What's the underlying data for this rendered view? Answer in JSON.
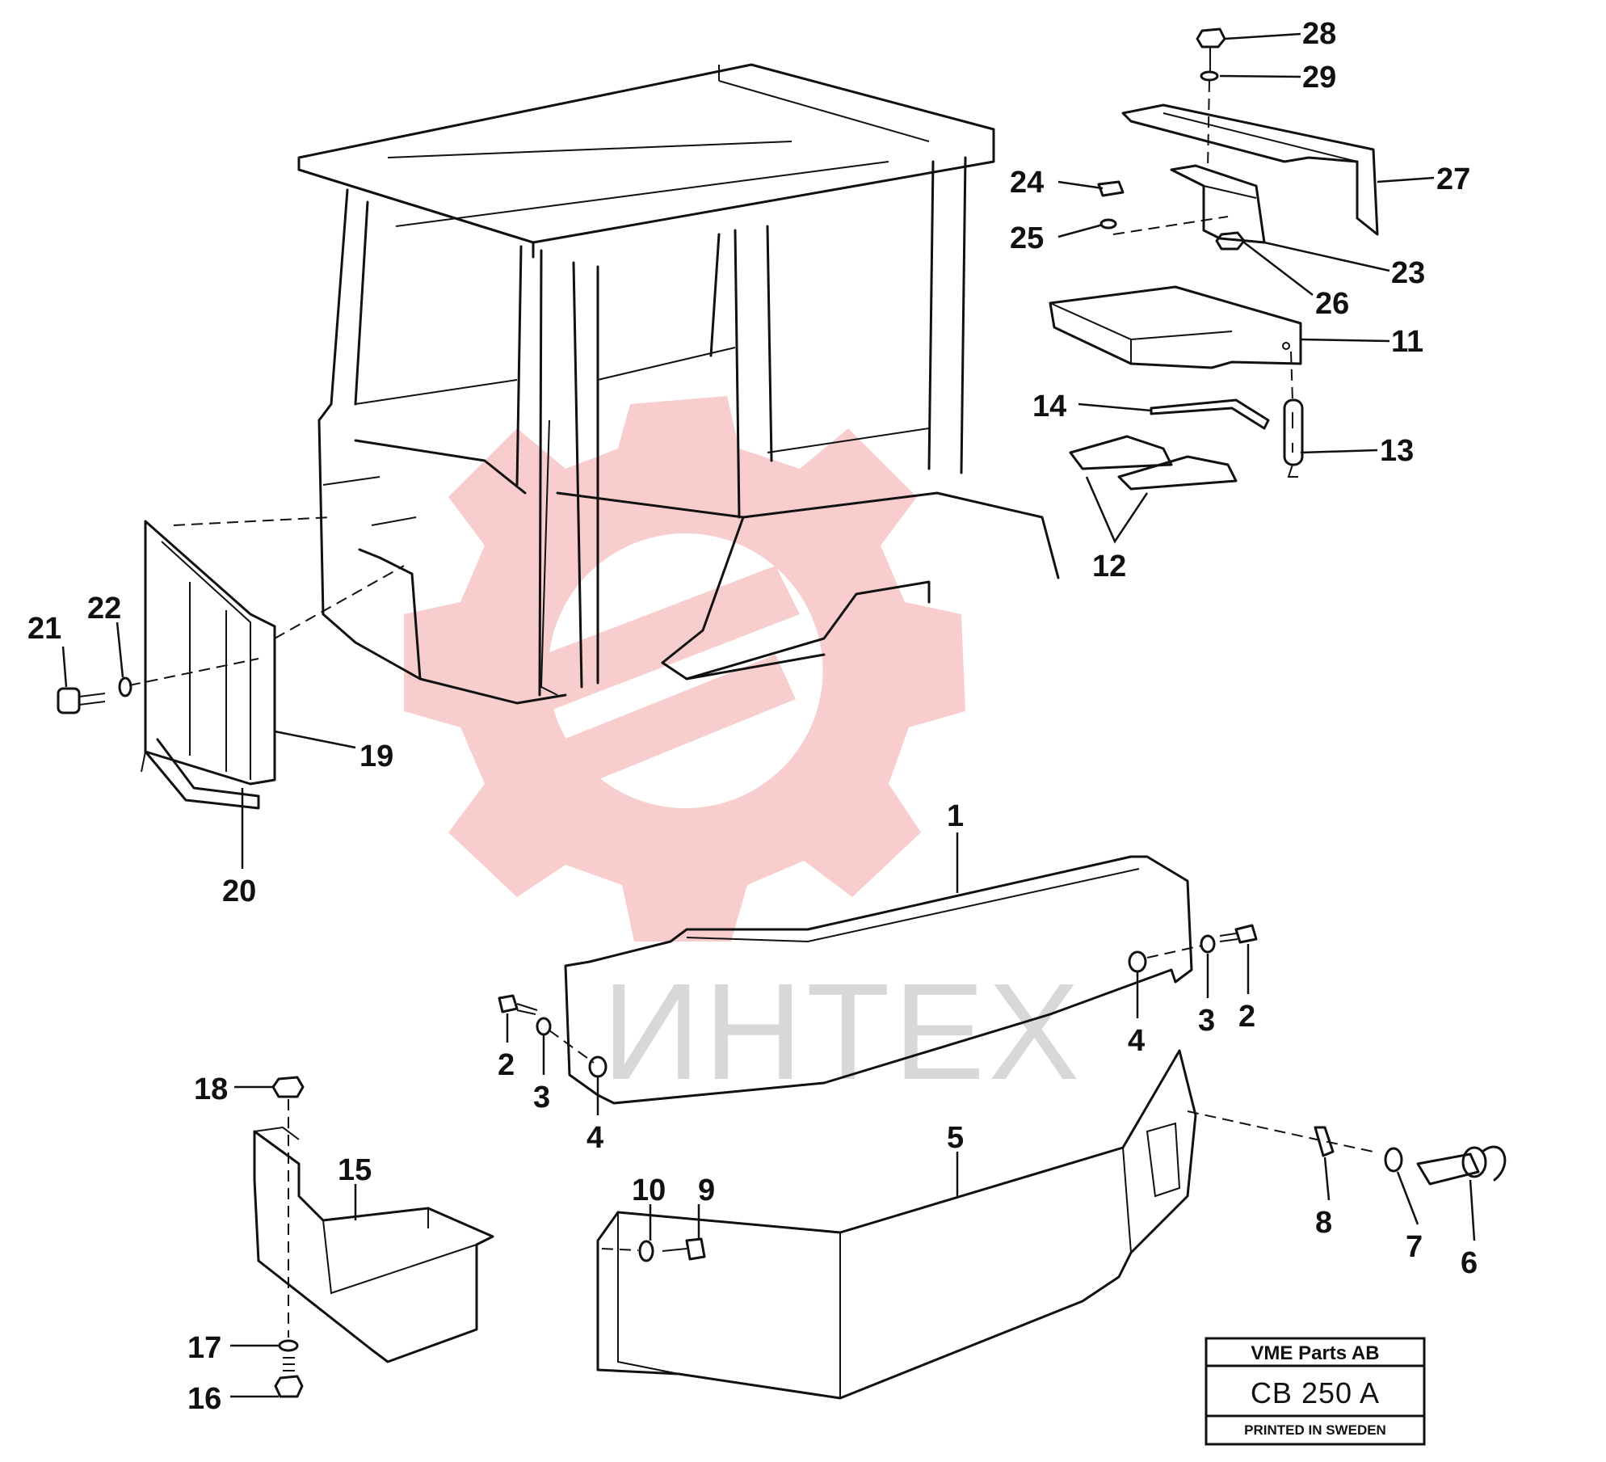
{
  "watermark": {
    "text": "ИНТЕХ",
    "gear_color": "#f8c8c8",
    "text_color": "#d8d8d8"
  },
  "callouts": [
    {
      "id": "28",
      "label": "28"
    },
    {
      "id": "29",
      "label": "29"
    },
    {
      "id": "27",
      "label": "27"
    },
    {
      "id": "24",
      "label": "24"
    },
    {
      "id": "25",
      "label": "25"
    },
    {
      "id": "23",
      "label": "23"
    },
    {
      "id": "26",
      "label": "26"
    },
    {
      "id": "11",
      "label": "11"
    },
    {
      "id": "14",
      "label": "14"
    },
    {
      "id": "13",
      "label": "13"
    },
    {
      "id": "12",
      "label": "12"
    },
    {
      "id": "21",
      "label": "21"
    },
    {
      "id": "22",
      "label": "22"
    },
    {
      "id": "19",
      "label": "19"
    },
    {
      "id": "20",
      "label": "20"
    },
    {
      "id": "1",
      "label": "1"
    },
    {
      "id": "2a",
      "label": "2"
    },
    {
      "id": "3a",
      "label": "3"
    },
    {
      "id": "4a",
      "label": "4"
    },
    {
      "id": "4b",
      "label": "4"
    },
    {
      "id": "3b",
      "label": "3"
    },
    {
      "id": "2b",
      "label": "2"
    },
    {
      "id": "18",
      "label": "18"
    },
    {
      "id": "15",
      "label": "15"
    },
    {
      "id": "17",
      "label": "17"
    },
    {
      "id": "16",
      "label": "16"
    },
    {
      "id": "10",
      "label": "10"
    },
    {
      "id": "9",
      "label": "9"
    },
    {
      "id": "5",
      "label": "5"
    },
    {
      "id": "8",
      "label": "8"
    },
    {
      "id": "7",
      "label": "7"
    },
    {
      "id": "6",
      "label": "6"
    }
  ],
  "title_block": {
    "company": "VME Parts AB",
    "code": "CB 250  A",
    "printed": "PRINTED IN SWEDEN"
  }
}
